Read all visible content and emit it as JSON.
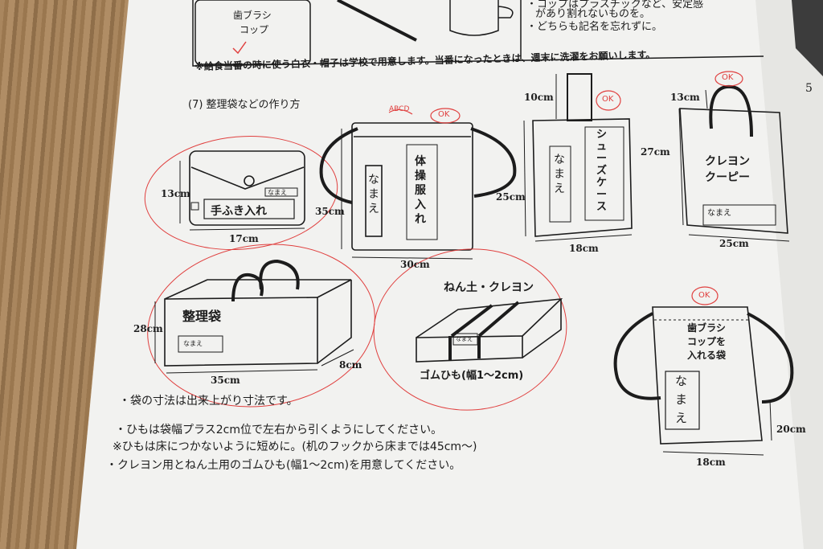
{
  "page_number": "5",
  "top_table": {
    "cell_label_line1": "歯ブラシ",
    "cell_label_line2": "コップ",
    "notes": [
      "・コップはプラスチックなど、安定感",
      "があり割れないものを。",
      "・どちらも記名を忘れずに。"
    ]
  },
  "kyushoku_note": "※給食当番の時に使う白衣・帽子は学校で用意します。当番になったときは、週末に洗濯をお願いします。",
  "section_title": "(7) 整理袋などの作り方",
  "bags": {
    "tefuki": {
      "label": "手ふき入れ",
      "name_tag": "なまえ",
      "height": "13cm",
      "width": "17cm"
    },
    "taisofuku": {
      "label_lines": [
        "体",
        "操",
        "服",
        "入",
        "れ"
      ],
      "name_tag": "なまえ",
      "height": "35cm",
      "width": "30cm",
      "mark_ok": "OK",
      "mark_scribble": "ABCD"
    },
    "shoes": {
      "label_lines": [
        "シ",
        "ュ",
        "ー",
        "ズ",
        "ケ",
        "ー",
        "ス"
      ],
      "name_tag": "なまえ",
      "handle": "10cm",
      "height": "25cm",
      "width": "18cm",
      "mark_ok": "OK"
    },
    "crayon": {
      "label_line1": "クレヨン",
      "label_line2": "クーピー",
      "name_tag": "なまえ",
      "handle": "13cm",
      "height": "27cm",
      "width": "25cm",
      "mark_ok": "OK"
    },
    "seiri": {
      "label": "整理袋",
      "name_tag": "なまえ",
      "height": "28cm",
      "width": "35cm",
      "depth": "8cm"
    },
    "nendo": {
      "title": "ねん土・クレヨン",
      "name_tag": "なまえ",
      "caption": "ゴムひも(幅1～2cm)"
    },
    "haburashi": {
      "label_lines": [
        "歯ブラシ",
        "コップを",
        "入れる袋"
      ],
      "name_tag_lines": [
        "な",
        "ま",
        "え"
      ],
      "height": "20cm",
      "width": "18cm",
      "mark_ok": "OK"
    }
  },
  "notes": [
    "・袋の寸法は出来上がり寸法です。",
    "・ひもは袋幅プラス2cm位で左右から引くようにしてください。",
    "※ひもは床につかないように短めに。(机のフックから床までは45cm～)",
    "・クレヨン用とねん土用のゴムひも(幅1～2cm)を用意してください。"
  ],
  "colors": {
    "ink": "#1c1c1c",
    "red_pen": "#e0403f",
    "paper": "#f3f3f1"
  }
}
